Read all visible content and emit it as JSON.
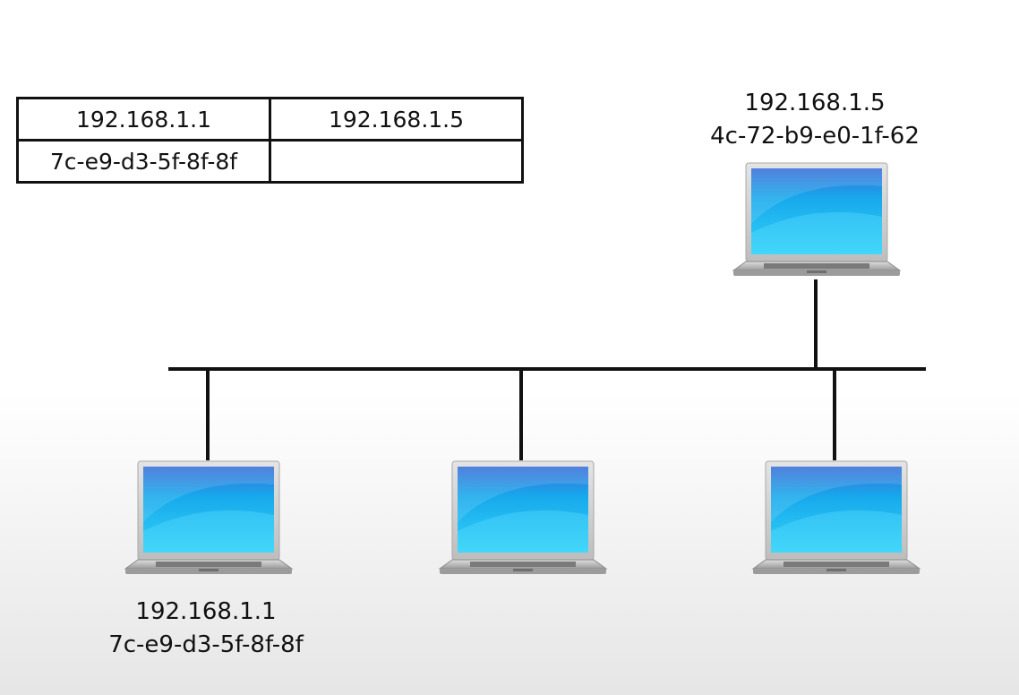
{
  "arp_table": {
    "rows": [
      [
        "192.168.1.1",
        "192.168.1.5"
      ],
      [
        "7c-e9-d3-5f-8f-8f",
        ""
      ]
    ]
  },
  "hosts": {
    "top": {
      "ip": "192.168.1.5",
      "mac": "4c-72-b9-e0-1f-62"
    },
    "bottom_left": {
      "ip": "192.168.1.1",
      "mac": "7c-e9-d3-5f-8f-8f"
    }
  },
  "colors": {
    "line": "#111111",
    "screen": "#1ab0ee",
    "body": "#c9c9c9"
  }
}
